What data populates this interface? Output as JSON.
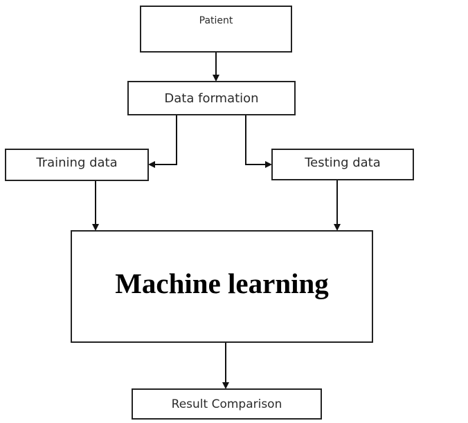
{
  "nodes": {
    "patient": "Patient",
    "data_formation": "Data formation",
    "training_data": "Training data",
    "testing_data": "Testing data",
    "machine_learning": "Machine learning",
    "result_comparison": "Result Comparison"
  },
  "colors": {
    "stroke": "#222222",
    "text": "#2b2b2b",
    "background": "#ffffff"
  }
}
